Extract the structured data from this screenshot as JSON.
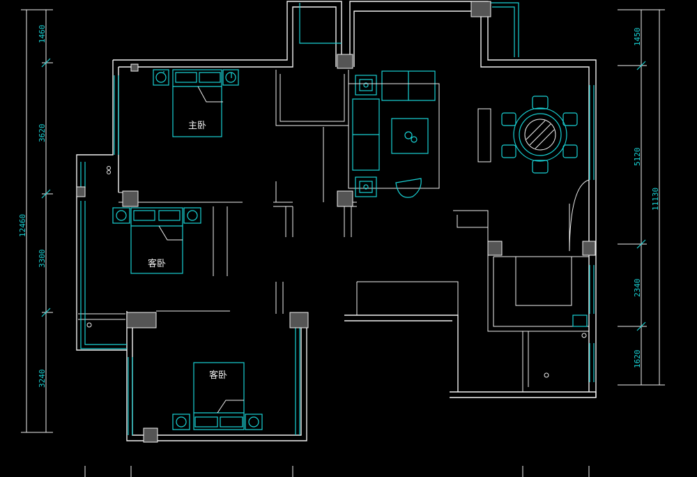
{
  "rooms": {
    "master_bedroom": "主卧",
    "guest_bedroom_1": "客卧",
    "guest_bedroom_2": "客卧"
  },
  "dimensions": {
    "left": [
      "1460",
      "3620",
      "3300",
      "3240"
    ],
    "left_total": "12460",
    "right": [
      "1450",
      "5120",
      "2340",
      "1620"
    ],
    "right_total": "11130"
  },
  "colors": {
    "background": "#000000",
    "wall": "#f2f2f2",
    "furniture": "#19d3d6",
    "column": "#555555"
  }
}
